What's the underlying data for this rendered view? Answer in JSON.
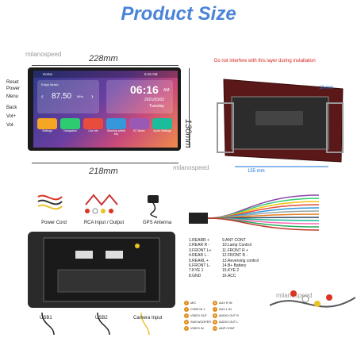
{
  "title": "Product Size",
  "watermark": "milanospeed",
  "dims": {
    "width_top": "228mm",
    "width_bottom": "218mm",
    "height": "130mm",
    "frame_width": "155 mm",
    "frame_depth": "10 mm"
  },
  "note": "Do not interfere with this layer during installation",
  "side_buttons": [
    "Reset",
    "Power",
    "Menu",
    "Back",
    "Vol+",
    "Vol-"
  ],
  "screen": {
    "status_left": "Home",
    "status_right": "6:16 AM",
    "app_label": "Enjoy Music",
    "freq": "87.50",
    "freq_unit": "MHz",
    "time": "06:16",
    "ampm": "AM",
    "date": "2021/03/02",
    "day": "Tuesday",
    "apps": [
      {
        "label": "Settings",
        "color": "#f5a623",
        "icon": "gear-icon"
      },
      {
        "label": "Navigation",
        "color": "#2ecc71",
        "icon": "navigation-icon"
      },
      {
        "label": "Car info",
        "color": "#e74c3c",
        "icon": "car-icon"
      },
      {
        "label": "Steering wheel key",
        "color": "#3498db",
        "icon": "steering-wheel-icon"
      },
      {
        "label": "BT Music",
        "color": "#9b59b6",
        "icon": "music-icon"
      },
      {
        "label": "Audio Settings",
        "color": "#1abc9c",
        "icon": "equalizer-icon"
      }
    ]
  },
  "parts": {
    "power_cord": "Power Cord",
    "rca": "RCA Input / Output",
    "gps": "GPS Antenna",
    "usb1": "USB1",
    "usb2": "USB2",
    "camera": "Camera Input"
  },
  "pins": [
    "1.REARR +",
    "2.REAR R -",
    "3.FRONT L+",
    "4.REAR L -",
    "5.REARL +",
    "6.FRONT L-",
    "7.KYE 1",
    "8.GND",
    "9.ANT CONT",
    "10.Lamp Control",
    "11.FRONT R +",
    "12.FRONT R -",
    "13.Reversing control",
    "14.B+ Battery",
    "15.KYE 2",
    "16.ACC"
  ],
  "rca_labels": [
    "MIC",
    "CVBS IN 1",
    "VIDEO OUT",
    "SUB WOOFER",
    "VIDEO IN",
    "AUX R IN",
    "AUX L IN",
    "AUDIO OUT R",
    "AUDIO OUT L",
    "AMP CONT"
  ],
  "rca_numbers": [
    "1",
    "2",
    "3",
    "4",
    "5",
    "6",
    "7",
    "8",
    "9",
    "10"
  ],
  "colors": {
    "title": "#4a84d8",
    "accent_red": "#d8201a",
    "frame": "#6b1f1f"
  }
}
